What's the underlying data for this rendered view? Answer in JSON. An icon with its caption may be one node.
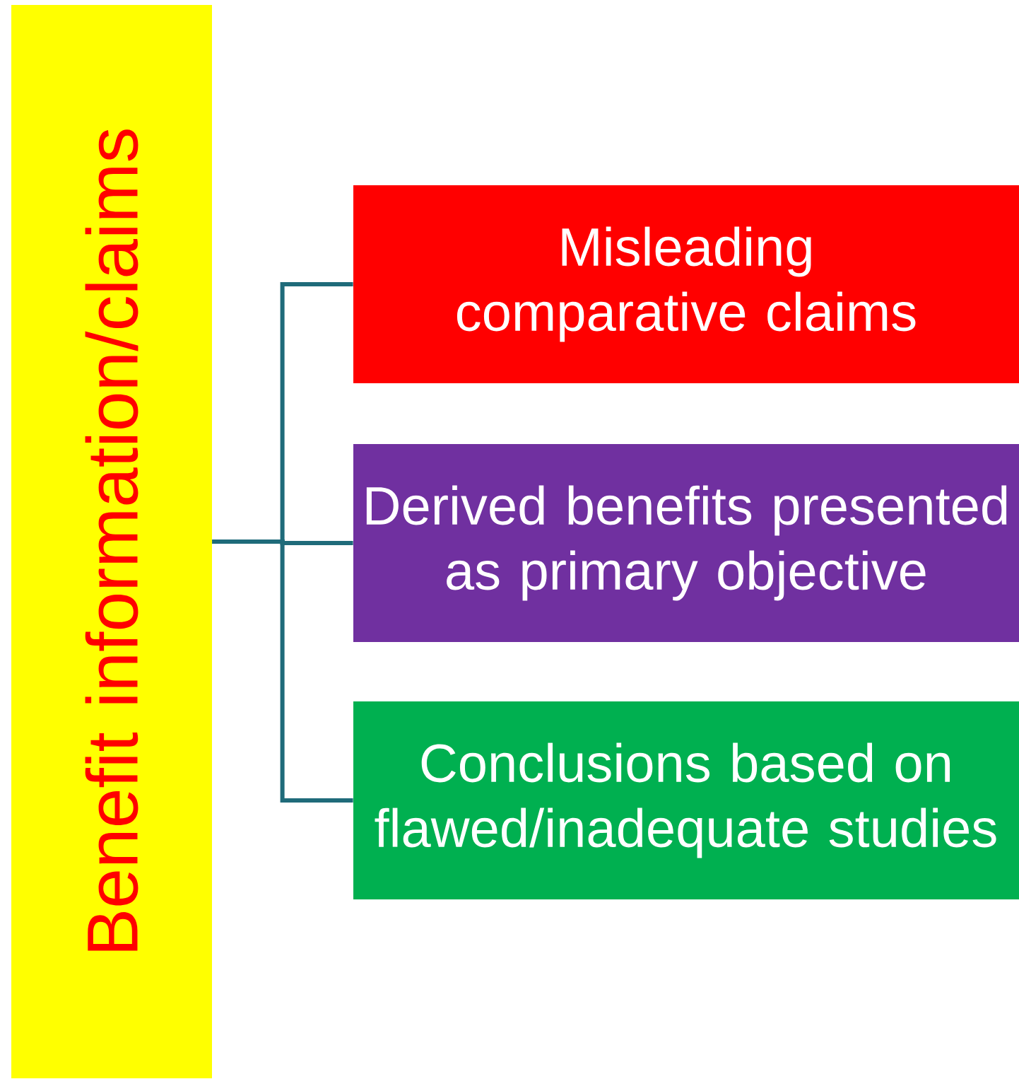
{
  "diagram": {
    "nodes": [
      {
        "text": [
          "Benefit information/claims"
        ]
      },
      {
        "text": [
          "Misleading comparative claims"
        ]
      },
      {
        "text": [
          "Derived benefits presented as primary objective"
        ]
      },
      {
        "text": [
          "Conclusions based on flawed/inadequate studies"
        ]
      }
    ],
    "edges": [
      {
        "from": 0,
        "to": 1,
        "arrow": "none"
      },
      {
        "from": 0,
        "to": 2,
        "arrow": "none"
      },
      {
        "from": 0,
        "to": 3,
        "arrow": "none"
      }
    ]
  }
}
